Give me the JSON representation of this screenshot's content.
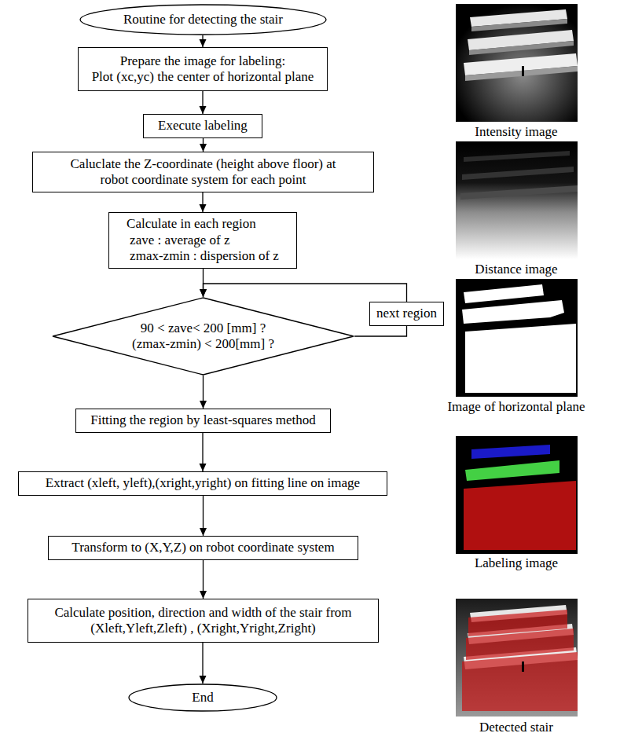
{
  "diagram": {
    "nodes": [
      {
        "text": [
          "Routine for detecting the stair"
        ]
      },
      {
        "text": [
          "Prepare the image for labeling:",
          "Plot (xc,yc) the center of horizontal plane"
        ]
      },
      {
        "text": [
          "Execute labeling"
        ]
      },
      {
        "text": [
          "Caluclate the Z-coordinate (height above floor) at robot coordinate system for each point"
        ]
      },
      {
        "text": [
          "Calculate in each region",
          "zave : average of z",
          "zmax-zmin : dispersion of z"
        ]
      },
      {
        "text": [
          "90 < zave< 200 [mm] ?",
          "(zmax-zmin) < 200[mm] ?"
        ]
      },
      {
        "text": [
          "next region"
        ]
      },
      {
        "text": [
          "Fitting the region by least-squares method"
        ]
      },
      {
        "text": [
          "Extract (xleft, yleft),(xright,yright) on fitting line on image"
        ]
      },
      {
        "text": [
          "Transform to (X,Y,Z) on robot coordinate system"
        ]
      },
      {
        "text": [
          "Calculate position, direction and width of the stair from (Xleft,Yleft,Zleft) , (Xright,Yright,Zright)"
        ]
      },
      {
        "text": [
          "End"
        ]
      }
    ],
    "edges": [
      {
        "from": 0,
        "to": 1,
        "arrow": "to"
      },
      {
        "from": 1,
        "to": 2,
        "arrow": "to"
      },
      {
        "from": 2,
        "to": 3,
        "arrow": "to"
      },
      {
        "from": 3,
        "to": 4,
        "arrow": "to"
      },
      {
        "from": 4,
        "to": 5,
        "arrow": "to"
      },
      {
        "from": 5,
        "to": 6,
        "arrow": "none"
      },
      {
        "from": 6,
        "to": 5,
        "arrow": "to"
      },
      {
        "from": 5,
        "to": 7,
        "arrow": "to"
      },
      {
        "from": 7,
        "to": 8,
        "arrow": "to"
      },
      {
        "from": 8,
        "to": 9,
        "arrow": "to"
      },
      {
        "from": 9,
        "to": 10,
        "arrow": "to"
      },
      {
        "from": 10,
        "to": 11,
        "arrow": "to"
      }
    ],
    "labels": [
      "Intensity image",
      "Distance image",
      "Image of horizontal plane",
      "Labeling image",
      "Detected stair"
    ]
  }
}
